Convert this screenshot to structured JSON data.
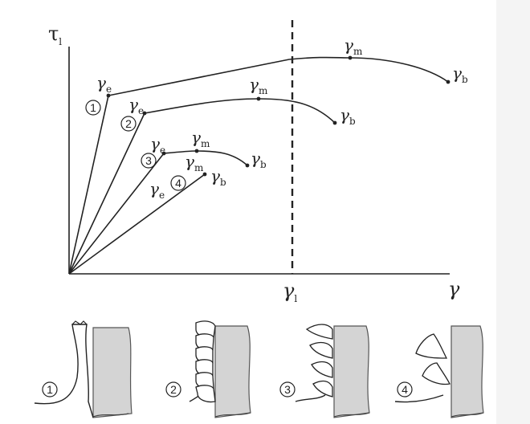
{
  "axes": {
    "y_label": "τ",
    "y_label_sub": "l",
    "x_label": "γ",
    "marker_label": "γ",
    "marker_label_sub": "l"
  },
  "point_labels": {
    "elastic": "γ",
    "elastic_sub": "e",
    "max": "γ",
    "max_sub": "m",
    "break": "γ",
    "break_sub": "b"
  },
  "curves": [
    {
      "id": "1",
      "marker": "1"
    },
    {
      "id": "2",
      "marker": "2"
    },
    {
      "id": "3",
      "marker": "3"
    },
    {
      "id": "4",
      "marker": "4"
    }
  ],
  "chips": [
    {
      "id": "1",
      "marker": "1",
      "type": "continuous"
    },
    {
      "id": "2",
      "marker": "2",
      "type": "lamellar"
    },
    {
      "id": "3",
      "marker": "3",
      "type": "serrated"
    },
    {
      "id": "4",
      "marker": "4",
      "type": "segmented"
    }
  ],
  "colors": {
    "line": "#222222",
    "tool": "#d4d4d4",
    "tool_edge": "#555555"
  }
}
